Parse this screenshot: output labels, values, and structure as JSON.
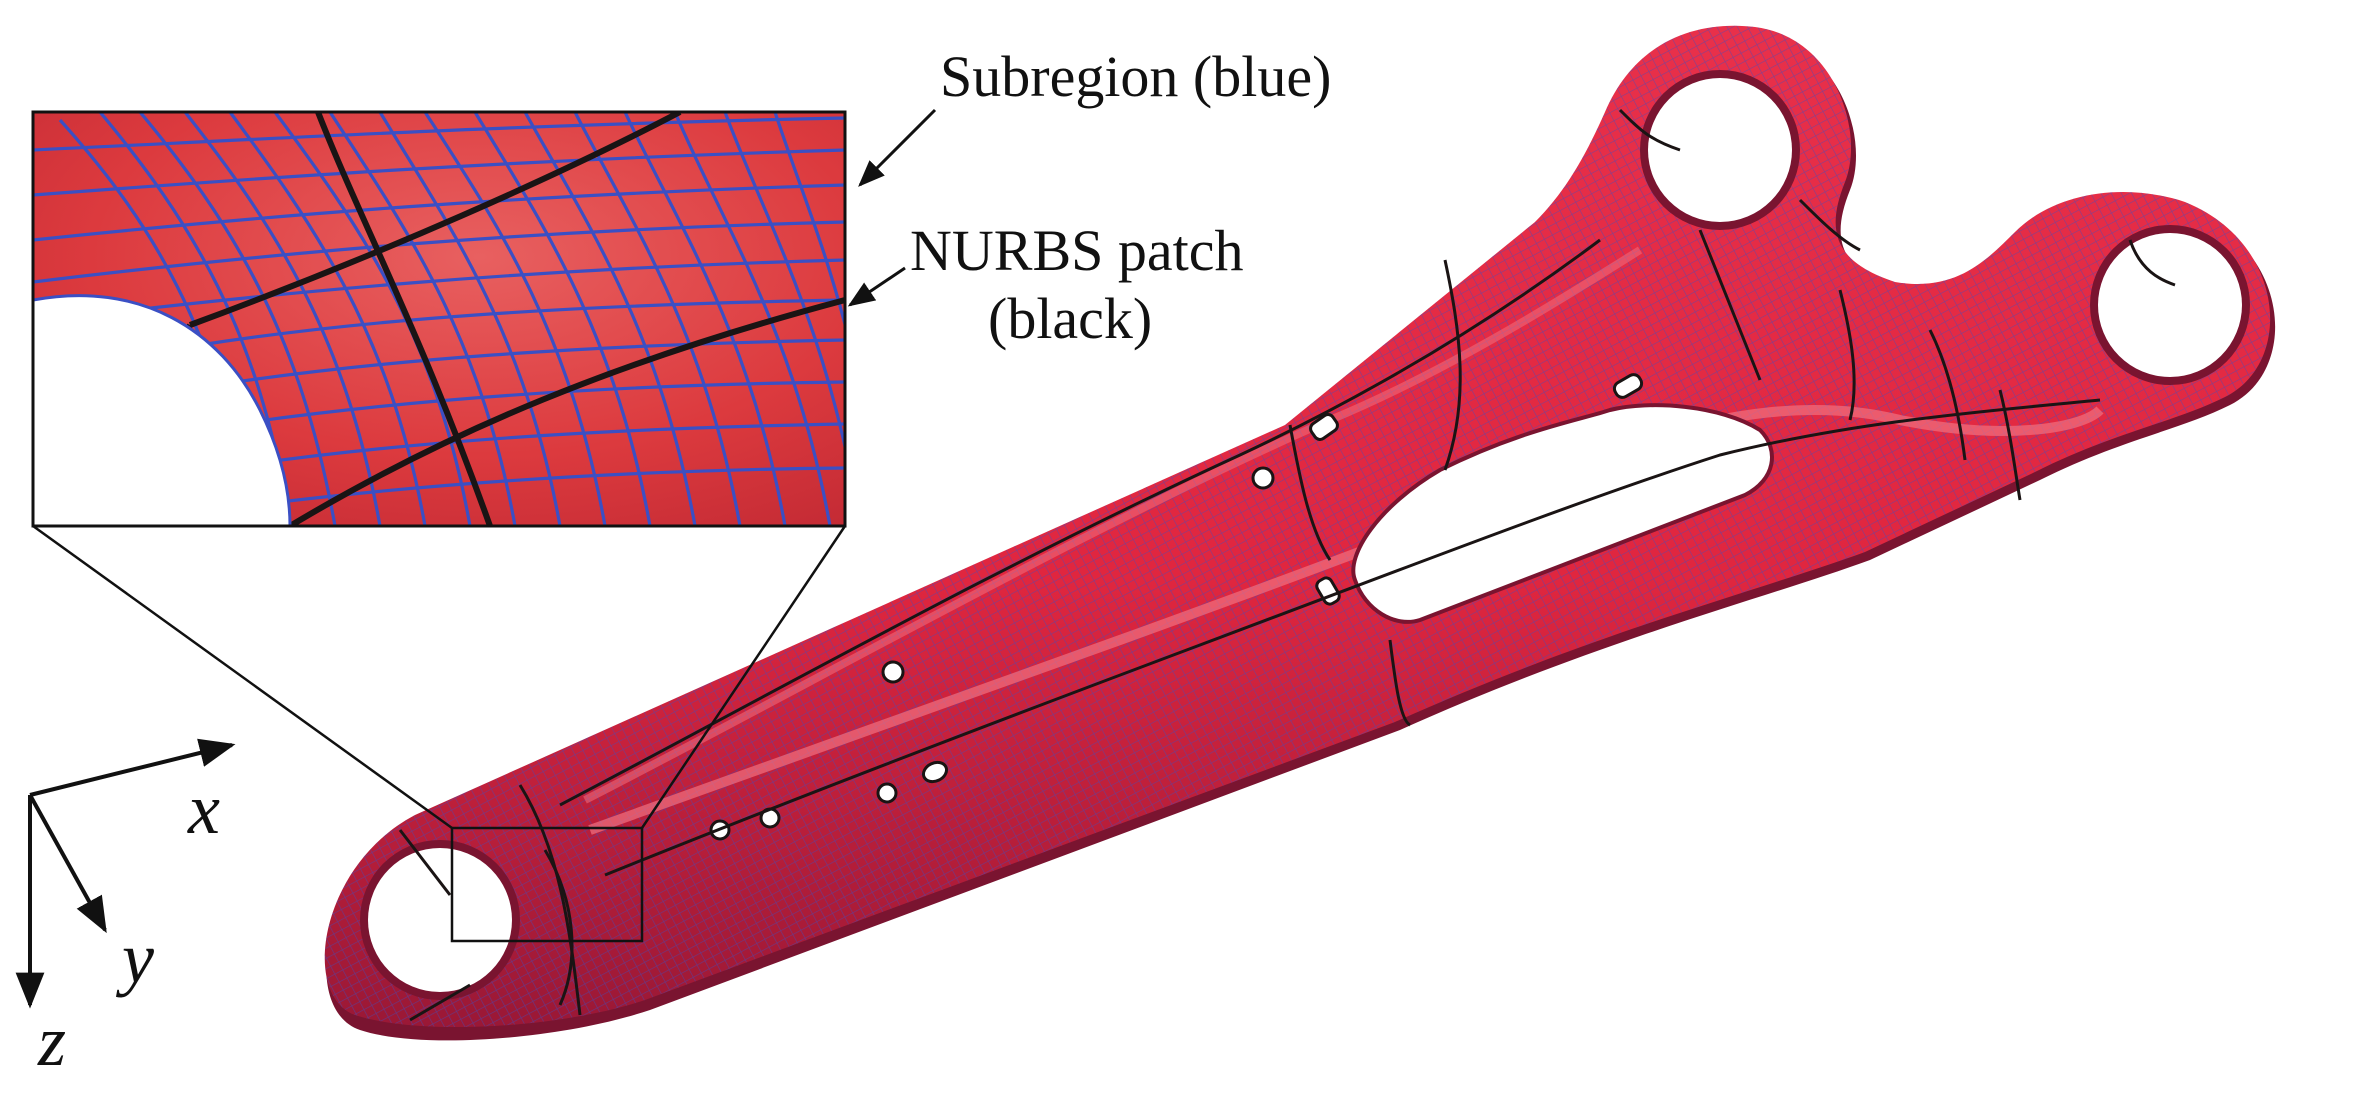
{
  "labels": {
    "subregion": "Subregion (blue)",
    "nurbs_line1": "NURBS patch",
    "nurbs_line2": "(black)"
  },
  "axes": {
    "x": "x",
    "y": "y",
    "z": "z"
  },
  "colors": {
    "surface": "#e0263f",
    "surface_light": "#f0566a",
    "surface_dark": "#8e1630",
    "mesh": "#3b4fc4",
    "patch": "#1a1414",
    "inset_bg": "#d8383d",
    "ink": "#111111"
  }
}
